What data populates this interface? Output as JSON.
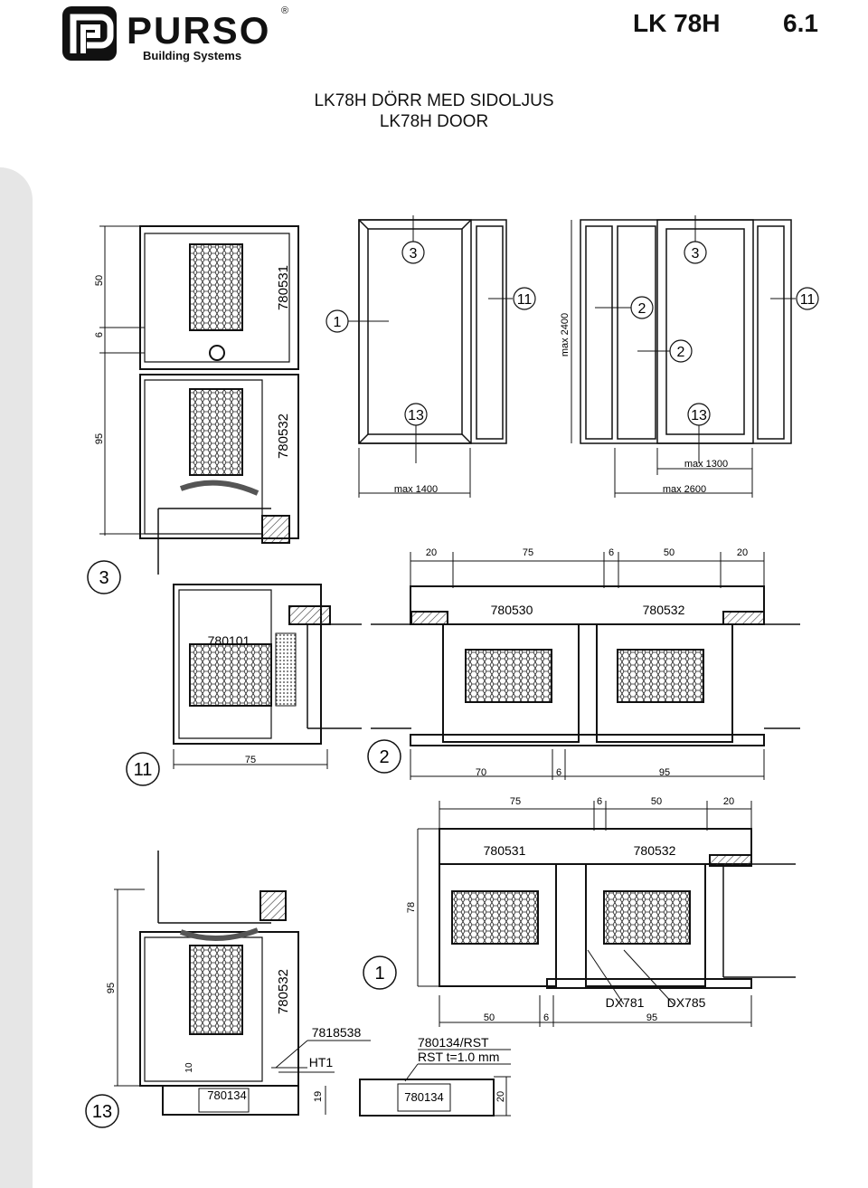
{
  "header": {
    "brand": "PURSO",
    "registered": "®",
    "tagline": "Building Systems",
    "model": "LK 78H",
    "page_number": "6.1",
    "title_sv": "LK78H DÖRR MED SIDOLJUS",
    "title_en": "LK78H DOOR"
  },
  "elevations": {
    "single": {
      "max_width": "max 1400",
      "callouts": [
        "3",
        "11",
        "1",
        "13"
      ]
    },
    "double": {
      "max_height": "max 2400",
      "max_leaf": "max 1300",
      "max_width": "max 2600",
      "callouts": [
        "3",
        "2",
        "11",
        "2",
        "13"
      ]
    }
  },
  "section3": {
    "badge": "3",
    "dims": [
      "50",
      "6",
      "95"
    ],
    "profiles": [
      "780531",
      "780532"
    ]
  },
  "section11": {
    "badge": "11",
    "profile": "780101",
    "dim": "75"
  },
  "section2": {
    "badge": "2",
    "top_dims": [
      "20",
      "75",
      "6",
      "50",
      "20"
    ],
    "bottom_dims": [
      "70",
      "6",
      "95"
    ],
    "profiles": [
      "780530",
      "780532"
    ]
  },
  "section1": {
    "badge": "1",
    "top_dims": [
      "75",
      "6",
      "50",
      "20"
    ],
    "side_dim": "78",
    "bottom_dims": [
      "50",
      "6",
      "95"
    ],
    "profiles": [
      "780531",
      "780532"
    ],
    "gaskets": [
      "DX781",
      "DX785"
    ]
  },
  "section13": {
    "badge": "13",
    "dims": [
      "95",
      "10",
      "19"
    ],
    "profiles": [
      "780532",
      "780134"
    ],
    "labels": [
      "7818538",
      "HT1"
    ]
  },
  "threshold": {
    "label_1": "780134/RST",
    "label_2": "RST t=1.0 mm",
    "profile": "780134",
    "dim": "20"
  }
}
